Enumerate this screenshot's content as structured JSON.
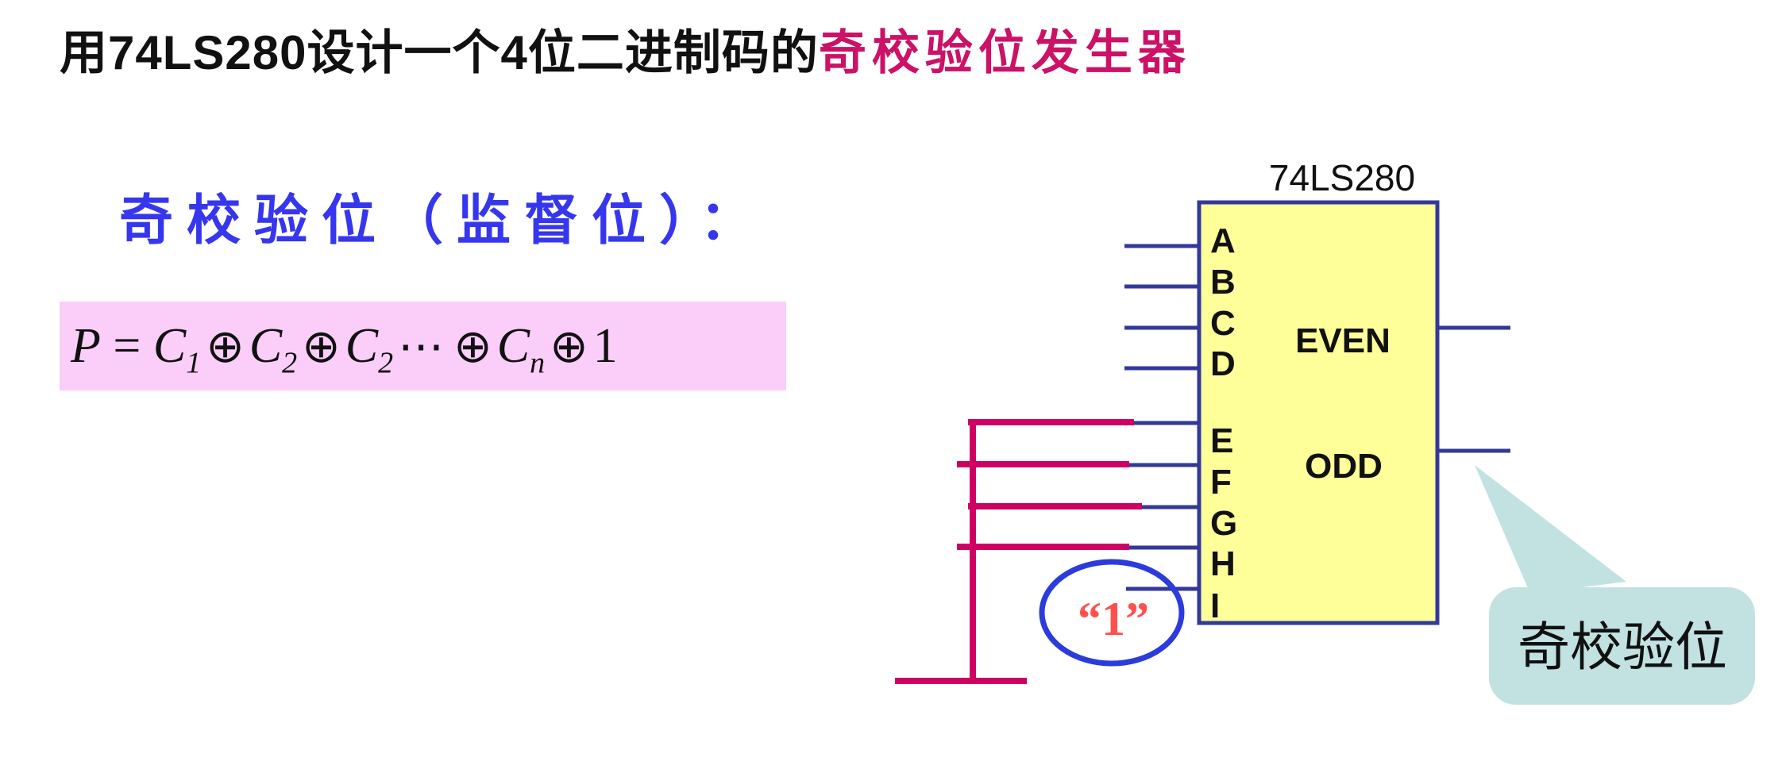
{
  "slide": {
    "title": {
      "prefix": "用74LS280设计一个4位二进制码的",
      "highlight": "奇校验位发生器"
    },
    "subtitle": "奇校验位（监督位）：",
    "formula": {
      "p": "P",
      "equals": "=",
      "c": "C",
      "sub1": "1",
      "sub2": "2",
      "sub3": "2",
      "subn": "n",
      "oplus": "⊕",
      "cdots": "⋯",
      "one": "1"
    },
    "circuit": {
      "chip_label": "74LS280",
      "pins": [
        "A",
        "B",
        "C",
        "D",
        "E",
        "F",
        "G",
        "H",
        "I"
      ],
      "even_label": "EVEN",
      "odd_label": "ODD",
      "constant_one": "“1”",
      "callout": "奇校验位"
    },
    "colors": {
      "title_highlight": "#CC1166",
      "subtitle_blue": "#3636EE",
      "formula_bg": "#FBCDF9",
      "chip_fill": "#FFFF99",
      "wire_navy": "#333999",
      "wire_magenta": "#CE0063",
      "ellipse_blue": "#2B3BDD",
      "one_red": "#FF5050",
      "callout_fill": "#C2E2E2"
    }
  }
}
